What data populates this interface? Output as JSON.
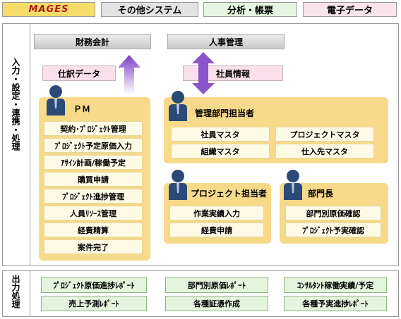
{
  "header": {
    "logo_text": "MAGES",
    "tabs": [
      {
        "label": "その他システム"
      },
      {
        "label": "分析・帳票"
      },
      {
        "label": "電子データ"
      }
    ]
  },
  "sections": {
    "input_label": "入力・設定・連携・処理",
    "output_label": "出力処理"
  },
  "systems": {
    "accounting": "財務会計",
    "hr": "人事管理"
  },
  "data_links": {
    "journal": "仕訳データ",
    "employee_info": "社員情報"
  },
  "pm_panel": {
    "title": "ＰＭ",
    "items": [
      "契約･ﾌﾟﾛｼﾞｪｸﾄ管理",
      "ﾌﾟﾛｼﾞｪｸﾄ予定原価入力",
      "ｱｻｲﾝ計画/稼働予定",
      "購買申請",
      "ﾌﾟﾛｼﾞｪｸﾄ進捗管理",
      "人員ﾘｿｰｽ管理",
      "経費精算",
      "案件完了"
    ]
  },
  "admin_panel": {
    "title": "管理部門担当者",
    "items": [
      "社員マスタ",
      "プロジェクトマスタ",
      "組織マスタ",
      "仕入先マスタ"
    ]
  },
  "project_panel": {
    "title": "プロジェクト担当者",
    "items": [
      "作業実績入力",
      "経費申請"
    ]
  },
  "dept_panel": {
    "title": "部門長",
    "items": [
      "部門別原価確認",
      "ﾌﾟﾛｼﾞｪｸﾄ予実確認"
    ]
  },
  "outputs": [
    "ﾌﾟﾛｼﾞｪｸﾄ原価進捗ﾚﾎﾟｰﾄ",
    "部門別原価ﾚﾎﾟｰﾄ",
    "ｺﾝｻﾙﾀﾝﾄ稼働実績/予定",
    "売上予測ﾚﾎﾟｰﾄ",
    "各種証憑作成",
    "各種予実進捗ﾚﾎﾟｰﾄ"
  ],
  "colors": {
    "logo_bg": "#f6dc6a",
    "panel": "#f7d98a",
    "arrow": "#8a55c8",
    "pink": "#fbe0ec",
    "output": "#e5f4dd",
    "person": "#2c4a78"
  }
}
